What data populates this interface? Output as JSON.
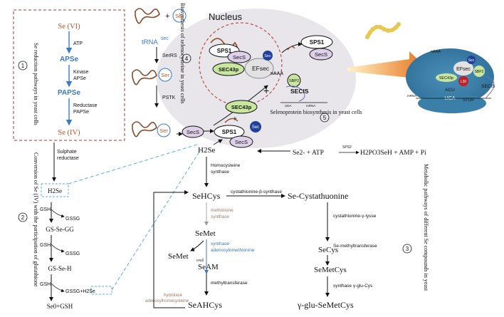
{
  "colors": {
    "se_orange": "#c0502a",
    "aps_blue": "#3a78c8",
    "box_dash": "#b03030",
    "nucleus": "#e8e6ea",
    "bar_fill": "#f5a623",
    "sec_blue": "#20409a",
    "cyan_dash": "#58b0e0",
    "brown_text": "#a07860"
  },
  "section1": {
    "marker": "1",
    "side_label": "Se reduction pathways in yeast cells",
    "se_vi": "Se (VI)",
    "atp": "ATP",
    "apse": "APSe",
    "kinase": "Kinase",
    "apse2": "APSe",
    "papse": "PAPSe",
    "reductase": "Reductase",
    "papse2": "PAPSe",
    "se_iv": "Se (IV)"
  },
  "section2": {
    "marker": "2",
    "side_label": "Conversion of Se (IV) with the participation of glutathione",
    "sulphate": "Sulphate",
    "reductase": "reductase",
    "h2se": "H2Se",
    "gsh1": "GSH",
    "gssg1": "GSSG",
    "gs_se_gg": "GS-Se-GG",
    "gsh2": "GSH",
    "gssg2": "GSSG",
    "gs_se_h": "GS-Se-H",
    "gsh3": "GSH",
    "gssg3": "GSSG+H2Se",
    "se0": "Se0+GSH"
  },
  "section4": {
    "marker": "4",
    "side_label": "Biosynthesis of selenocysteine in yeast cells",
    "plus": "+",
    "ser": "Ser",
    "trna": "tRNA",
    "trna_sup": "sec",
    "serrs": "SerRS",
    "pstk": "PSTK",
    "nucleus": "Nucleus",
    "sps1": "SPS1",
    "secs": "SecS",
    "sec43p": "SEC43p",
    "efsec": "EFsec",
    "sec": "Sec",
    "sps1_out": "SPS1",
    "secs_out": "SecS",
    "sec43p_b": "SEC43p",
    "plus_b": "+",
    "sec_b": "Sec",
    "sps1_b": "SPS1",
    "secs_b": "SecS",
    "secs_left": "SecS",
    "h2se": "H2Se"
  },
  "section5": {
    "marker": "5",
    "label": "Selenoprotein biosynthesis in yeast cells",
    "naaa": "nAAA",
    "sbp2": "SBP2",
    "secis": "SECIS",
    "uda": "UDA",
    "mrna": "mRNA",
    "plus": "+",
    "ribo_naaa": "nAAA",
    "ribo_efsec": "EFsec",
    "ribo_sec": "Sec",
    "ribo_sec43p": "SEC43p",
    "ribo_l30": "L30",
    "ribo_sbp2": "SBP2",
    "ribo_acu": "ACU",
    "ribo_uga": "UGA",
    "ribo_stop": "STOP",
    "ribo_secis": "SECIS",
    "ribo_mrna": "mRNA",
    "reaction_left": "Se2- + ATP",
    "sps2": "SPS2",
    "reaction_right": "H2PO3SeH + AMP + Pi"
  },
  "section3": {
    "marker": "3",
    "side_label": "Metabolic pathways of different Se compounds in yeast",
    "homocysteine": "Homocysteine",
    "synthase": "synthase",
    "sehcys": "SeHCys",
    "cbs": "cystathionine-β-synthase",
    "se_cystathuonine": "Se-Cystathuonine",
    "methionine": "methionine",
    "synthase2": "synthase",
    "cgl": "cystathionine-γ-lysse",
    "semet": "SeMet",
    "secys": "SeCys",
    "synthase3": "synthase",
    "adomet": "adenosylomethionine",
    "semet_oxd": "SeMet",
    "oxd": "oxd",
    "se_methyl": "Se-methyltransferase",
    "seam": "SeAM",
    "semetcys": "SeMetCys",
    "methyltransferase": "methyltransferase",
    "gglu_synth": "synthase γ-glu-Cys",
    "hydrolase": "hydrolase",
    "adohcy": "adenosylhomocysteine",
    "seahcys": "SeAHCys",
    "gglu": "γ-glu-SeMetCys"
  }
}
